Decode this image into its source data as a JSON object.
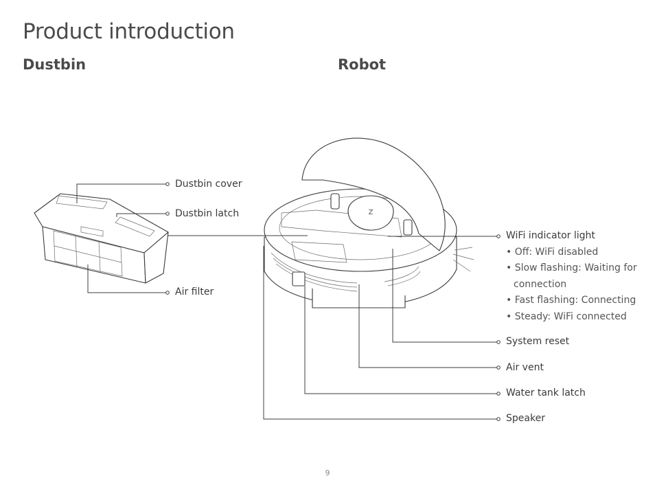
{
  "page": {
    "title": "Product introduction",
    "page_number": "9"
  },
  "dustbin": {
    "heading": "Dustbin",
    "labels": {
      "cover": "Dustbin cover",
      "latch": "Dustbin latch",
      "filter": "Air filter"
    }
  },
  "robot": {
    "heading": "Robot",
    "wifi": {
      "label": "WiFi indicator light",
      "states": [
        "• Off: WiFi disabled",
        "• Slow flashing: Waiting for",
        "connection",
        "• Fast flashing: Connecting",
        "• Steady: WiFi connected"
      ]
    },
    "labels": {
      "reset": "System reset",
      "vent": "Air vent",
      "tank": "Water tank latch",
      "speaker": "Speaker"
    }
  }
}
